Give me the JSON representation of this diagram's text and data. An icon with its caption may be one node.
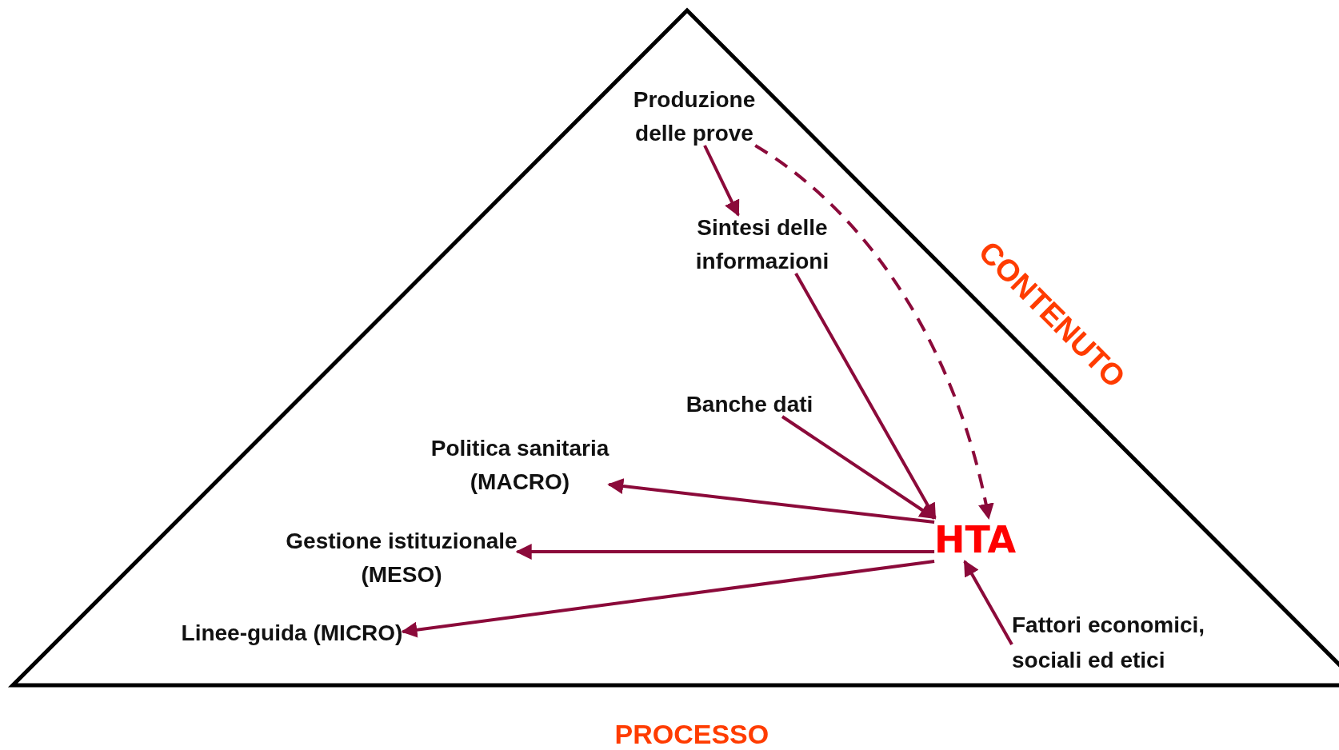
{
  "diagram": {
    "nodes": [
      {
        "text": [
          "Produzione delle prove"
        ]
      },
      {
        "text": [
          "Sintesi delle informazioni"
        ]
      },
      {
        "text": [
          "Banche dati"
        ]
      },
      {
        "text": [
          "Politica sanitaria (MACRO)"
        ]
      },
      {
        "text": [
          "Gestione istituzionale (MESO)"
        ]
      },
      {
        "text": [
          "HTA"
        ]
      },
      {
        "text": [
          "Linee-guida (MICRO)"
        ]
      },
      {
        "text": [
          "Fattori economici, sociali ed etici"
        ]
      }
    ],
    "edges": [
      {
        "from": 0,
        "to": 1,
        "arrow": "to"
      },
      {
        "from": 0,
        "to": 5,
        "arrow": "to",
        "style": "dashed"
      },
      {
        "from": 1,
        "to": 5,
        "arrow": "to"
      },
      {
        "from": 2,
        "to": 5,
        "arrow": "to"
      },
      {
        "from": 5,
        "to": 3,
        "arrow": "to"
      },
      {
        "from": 5,
        "to": 4,
        "arrow": "to"
      },
      {
        "from": 5,
        "to": 6,
        "arrow": "to"
      },
      {
        "from": 7,
        "to": 5,
        "arrow": "to"
      }
    ],
    "labels": [
      "CONTENUTO",
      "PROCESSO"
    ]
  }
}
